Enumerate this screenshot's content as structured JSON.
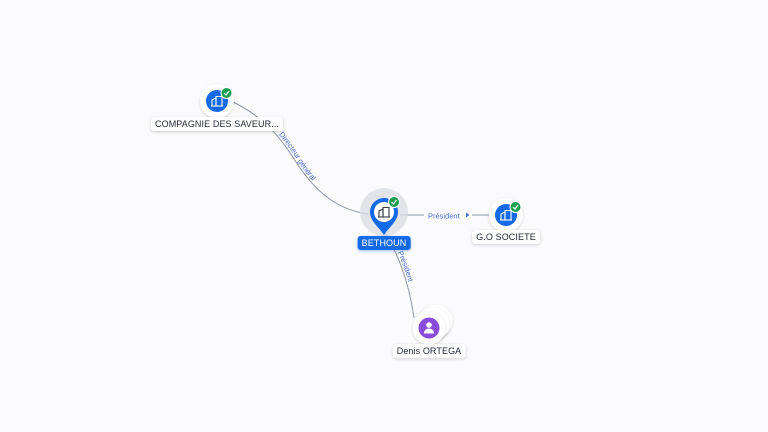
{
  "colors": {
    "company": "#1469e6",
    "person": "#8a4ddb",
    "verified": "#1e9e52",
    "edge": "#8c95a3",
    "edge_label": "#4a6ed1"
  },
  "nodes": {
    "center": {
      "label": "BETHOUN",
      "icon": "building-icon",
      "verified": true
    },
    "parent": {
      "label": "COMPAGNIE DES SAVEUR...",
      "icon": "building-icon",
      "verified": true
    },
    "subsidiary": {
      "label": "G.O SOCIETE",
      "icon": "building-icon",
      "verified": true
    },
    "person": {
      "label": "Denis ORTEGA",
      "icon": "person-icon",
      "verified": false
    }
  },
  "edges": {
    "parent_to_center": {
      "label": "Directeur général"
    },
    "center_to_subsidiary": {
      "label": "Président"
    },
    "center_to_person": {
      "label": "Président"
    }
  }
}
